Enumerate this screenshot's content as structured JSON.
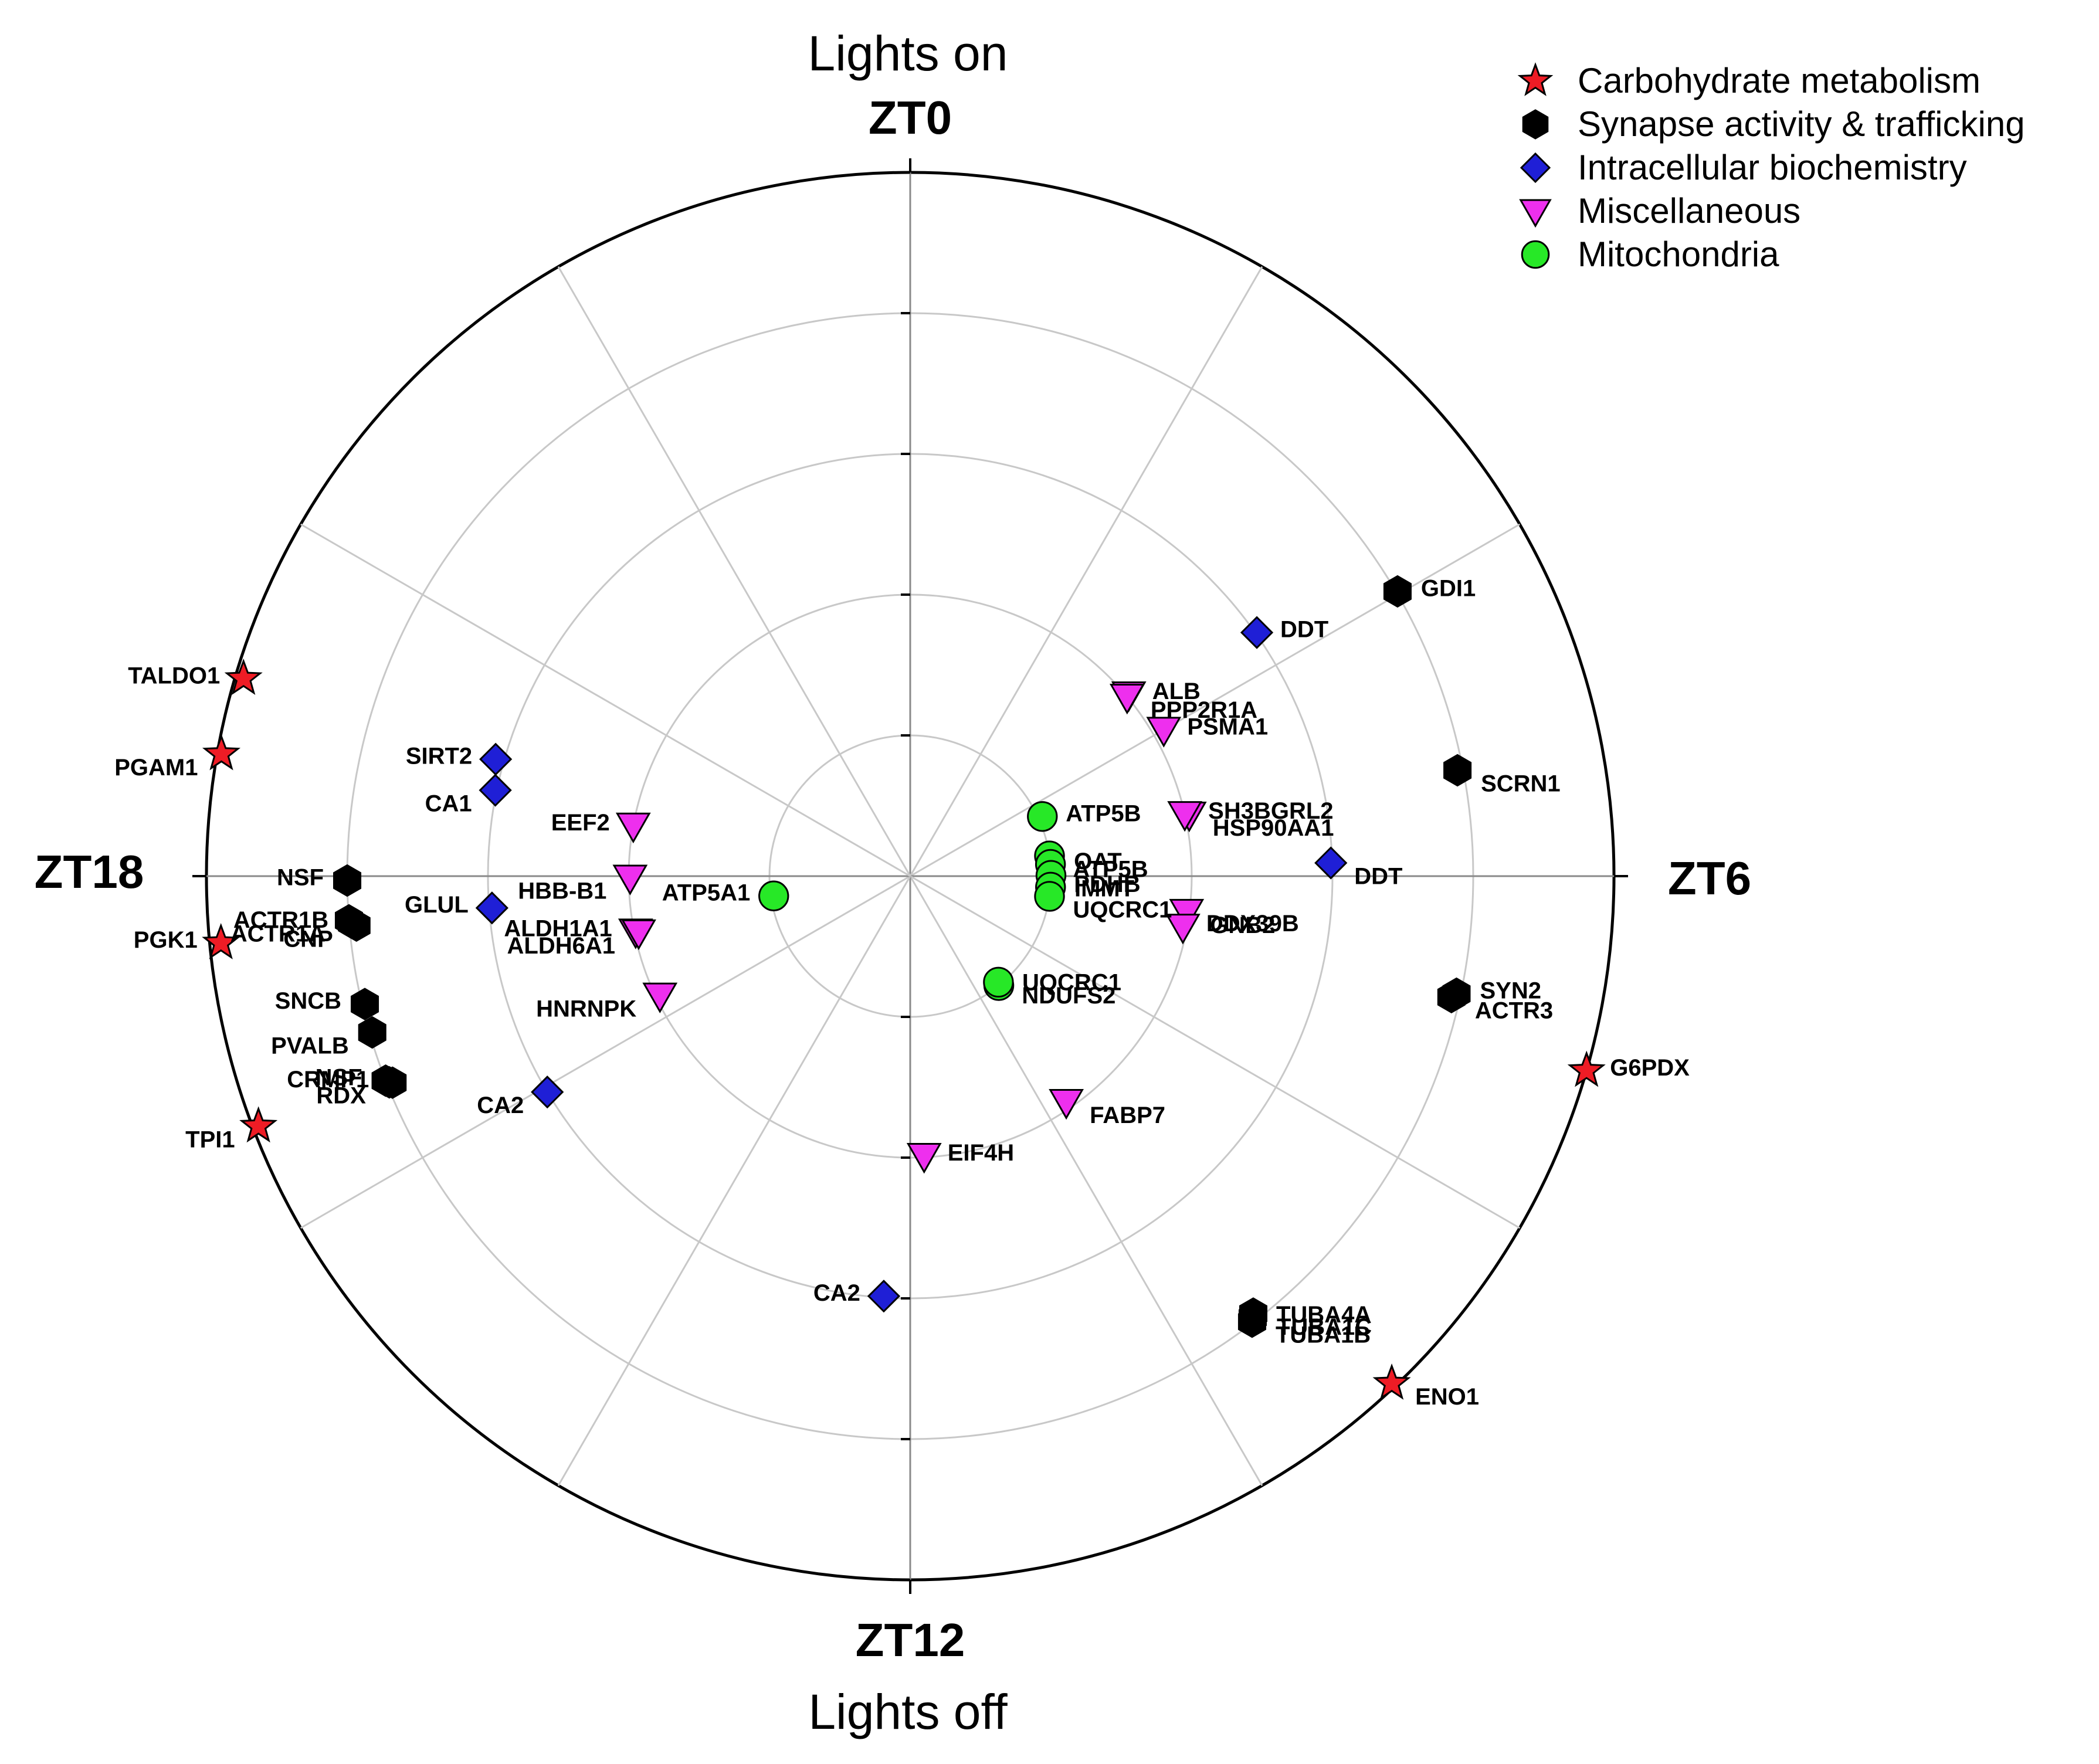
{
  "chart_data": {
    "type": "scatter",
    "projection": "polar",
    "angular_unit": "ZT hours",
    "angular_period": 24,
    "direction": "clockwise",
    "zero_location": "top",
    "radial_range": [
      0,
      5
    ],
    "radial_ticks": [
      1,
      2,
      3,
      4,
      5
    ],
    "spoke_hours": [
      0,
      2,
      4,
      6,
      8,
      10,
      12,
      14,
      16,
      18,
      20,
      22
    ],
    "grid": true,
    "title_top": "Lights on",
    "title_bottom": "Lights off",
    "zt_labels": [
      {
        "hour": 0,
        "text": "ZT0"
      },
      {
        "hour": 6,
        "text": "ZT6"
      },
      {
        "hour": 12,
        "text": "ZT12"
      },
      {
        "hour": 18,
        "text": "ZT18"
      }
    ],
    "legend_position": "top-right",
    "series": [
      {
        "name": "Carbohydrate metabolism",
        "marker": "star",
        "color": "#ee1c25",
        "points": [
          {
            "label": "TALDO1",
            "t": 19.1,
            "r": 4.94
          },
          {
            "label": "PGAM1",
            "t": 18.67,
            "r": 4.97
          },
          {
            "label": "PGK1",
            "t": 17.63,
            "r": 4.92
          },
          {
            "label": "TPI1",
            "t": 16.6,
            "r": 4.96
          },
          {
            "label": "G6PDX",
            "t": 7.07,
            "r": 5.0
          },
          {
            "label": "ENO1",
            "t": 9.1,
            "r": 4.97
          }
        ]
      },
      {
        "name": "Synapse activity & trafficking",
        "marker": "hexagon",
        "color": "#000000",
        "points": [
          {
            "label": "GDI1",
            "t": 3.98,
            "r": 4.01
          },
          {
            "label": "SCRN1",
            "t": 5.27,
            "r": 3.96
          },
          {
            "label": "SYN2",
            "t": 6.81,
            "r": 3.97
          },
          {
            "label": "ACTR3",
            "t": 6.84,
            "r": 3.94
          },
          {
            "label": "NSF",
            "t": 17.97,
            "r": 4.0
          },
          {
            "label": "ACTR1A",
            "t": 17.7,
            "r": 4.0
          },
          {
            "label": "ACTR1B",
            "t": 17.68,
            "r": 3.98
          },
          {
            "label": "CNP",
            "t": 17.66,
            "r": 3.95
          },
          {
            "label": "SNCB",
            "t": 17.12,
            "r": 3.98
          },
          {
            "label": "PVALB",
            "t": 16.92,
            "r": 3.98
          },
          {
            "label": "NSF",
            "t": 16.58,
            "r": 4.0
          },
          {
            "label": "RDX",
            "t": 16.56,
            "r": 3.98
          },
          {
            "label": "CRMP1",
            "t": 16.55,
            "r": 3.96
          },
          {
            "label": "TUBA1B",
            "t": 9.5,
            "r": 3.99
          },
          {
            "label": "TUBA4A",
            "t": 9.48,
            "r": 3.97
          },
          {
            "label": "TUBA1C",
            "t": 9.46,
            "r": 3.95
          }
        ]
      },
      {
        "name": "Intracellular biochemistry",
        "marker": "diamond",
        "color": "#1f1fd6",
        "points": [
          {
            "label": "DDT",
            "t": 3.66,
            "r": 3.01
          },
          {
            "label": "DDT",
            "t": 5.88,
            "r": 2.99
          },
          {
            "label": "SIRT2",
            "t": 19.05,
            "r": 3.06
          },
          {
            "label": "CA1",
            "t": 18.78,
            "r": 3.01
          },
          {
            "label": "GLUL",
            "t": 17.71,
            "r": 2.98
          },
          {
            "label": "CA2",
            "t": 15.95,
            "r": 3.0
          },
          {
            "label": "CA2",
            "t": 12.24,
            "r": 2.99
          }
        ]
      },
      {
        "name": "Miscellaneous",
        "marker": "triangle-down",
        "color": "#ee2fee",
        "points": [
          {
            "label": "ALB",
            "t": 3.35,
            "r": 2.02
          },
          {
            "label": "PPP2R1A",
            "t": 3.36,
            "r": 2.0
          },
          {
            "label": "PSMA1",
            "t": 4.0,
            "r": 2.08
          },
          {
            "label": "HSP90AA1",
            "t": 5.17,
            "r": 2.03
          },
          {
            "label": "SH3BGRL2",
            "t": 5.15,
            "r": 2.0
          },
          {
            "label": "GNB2",
            "t": 6.49,
            "r": 1.98
          },
          {
            "label": "DDX39B",
            "t": 6.7,
            "r": 1.97
          },
          {
            "label": "FABP7",
            "t": 9.69,
            "r": 1.95
          },
          {
            "label": "EIF4H",
            "t": 11.81,
            "r": 1.99
          },
          {
            "label": "HNRNPK",
            "t": 16.3,
            "r": 1.97
          },
          {
            "label": "ALDH1A1",
            "t": 17.24,
            "r": 1.99
          },
          {
            "label": "ALDH6A1",
            "t": 17.22,
            "r": 1.97
          },
          {
            "label": "EEF2",
            "t": 18.69,
            "r": 2.0
          },
          {
            "label": "HBB-B1",
            "t": 17.98,
            "r": 1.99
          }
        ]
      },
      {
        "name": "Mitochondria",
        "marker": "circle",
        "color": "#27e827",
        "points": [
          {
            "label": "ATP5B",
            "t": 4.38,
            "r": 1.03
          },
          {
            "label": "ATP5B",
            "t": 5.45,
            "r": 1.0
          },
          {
            "label": "OAT",
            "t": 5.68,
            "r": 1.0
          },
          {
            "label": "IMMT",
            "t": 5.98,
            "r": 1.0
          },
          {
            "label": "PDHB",
            "t": 6.3,
            "r": 1.0
          },
          {
            "label": "UQCRC1",
            "t": 6.55,
            "r": 1.0
          },
          {
            "label": "UQCRC1",
            "t": 9.4,
            "r": 1.0
          },
          {
            "label": "NDUFS2",
            "t": 9.35,
            "r": 0.98
          },
          {
            "label": "ATP5A1",
            "t": 17.45,
            "r": 0.98
          }
        ]
      }
    ]
  }
}
